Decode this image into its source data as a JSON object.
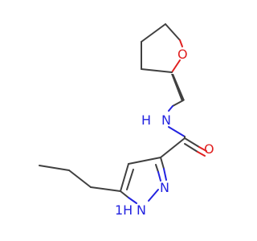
{
  "molecule": {
    "atoms": {
      "ring_oxygen": "O",
      "amide_nitrogen": "N",
      "amide_hydrogen": "H",
      "carbonyl_oxygen": "O",
      "pyrazole_n2": "N",
      "pyrazole_n1": "N",
      "pyrazole_n1_hydrogen": "H",
      "pyrazole_n1_label": "1H"
    },
    "colors": {
      "carbon_bond": "#404040",
      "nitrogen": "#2323e0",
      "oxygen": "#e02020",
      "background": "#ffffff"
    }
  }
}
